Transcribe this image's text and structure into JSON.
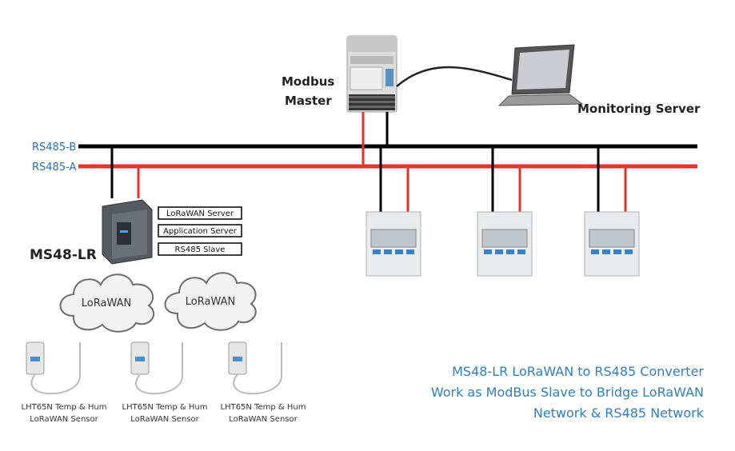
{
  "modbus_master": {
    "line1": "Modbus",
    "line2": "Master"
  },
  "monitoring_server": {
    "label": "Monitoring Server"
  },
  "bus": {
    "b_label": "RS485-B",
    "a_label": "RS485-A"
  },
  "converter": {
    "name": "MS48-LR",
    "roles": [
      "LoRaWAN Server",
      "Application Server",
      "RS485 Slave"
    ]
  },
  "clouds": [
    {
      "label": "LoRaWAN"
    },
    {
      "label": "LoRaWAN"
    }
  ],
  "sensors": [
    {
      "line1": "LHT65N Temp & Hum",
      "line2": "LoRaWAN Sensor"
    },
    {
      "line1": "LHT65N Temp & Hum",
      "line2": "LoRaWAN Sensor"
    },
    {
      "line1": "LHT65N Temp & Hum",
      "line2": "LoRaWAN Sensor"
    }
  ],
  "caption": {
    "line1": "MS48-LR LoRaWAN to RS485 Converter",
    "line2": "Work as ModBus Slave to Bridge LoRaWAN",
    "line3": "Network & RS485 Network"
  },
  "colors": {
    "bus_b": "#000000",
    "bus_a": "#e8322c",
    "accent": "#2f7fc0"
  }
}
